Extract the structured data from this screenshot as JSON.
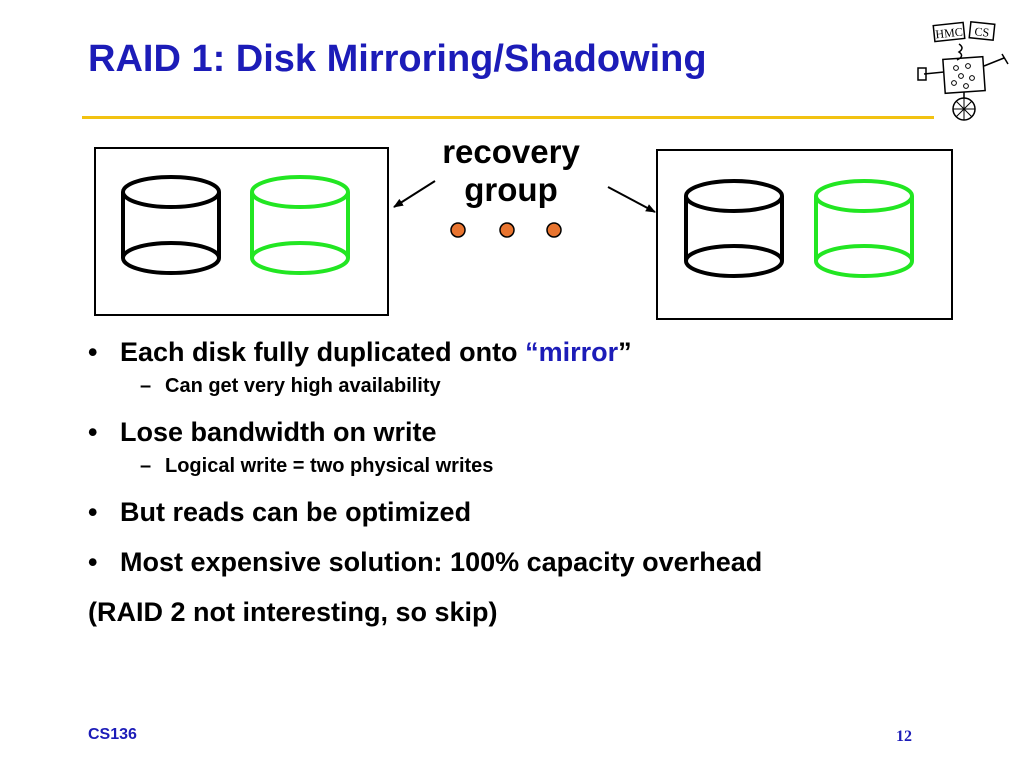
{
  "slide": {
    "title": "RAID 1: Disk Mirroring/Shadowing",
    "accent_color": "#1c1cb8",
    "rule_color": "#f2c211"
  },
  "logo": {
    "label_left": "HMC",
    "label_right": "CS"
  },
  "figure": {
    "recovery_group_line1": "recovery",
    "recovery_group_line2": "group",
    "primary_disk_color": "#000000",
    "mirror_disk_color": "#22e622",
    "dot_color": "#e8742f"
  },
  "bullets": [
    {
      "text_before": "Each disk fully duplicated onto ",
      "quote_open": "“",
      "highlight": "mirror",
      "quote_close": "”",
      "sub": "Can get very high availability"
    },
    {
      "text": "Lose bandwidth on write",
      "sub": "Logical write = two physical writes"
    },
    {
      "text": "But reads can be optimized"
    },
    {
      "text": "Most expensive solution: 100% capacity overhead"
    }
  ],
  "note": "(RAID 2 not interesting, so skip)",
  "bullet_mark": "•",
  "dash_mark": "–",
  "footer": {
    "course": "CS136",
    "page_number": "12"
  }
}
